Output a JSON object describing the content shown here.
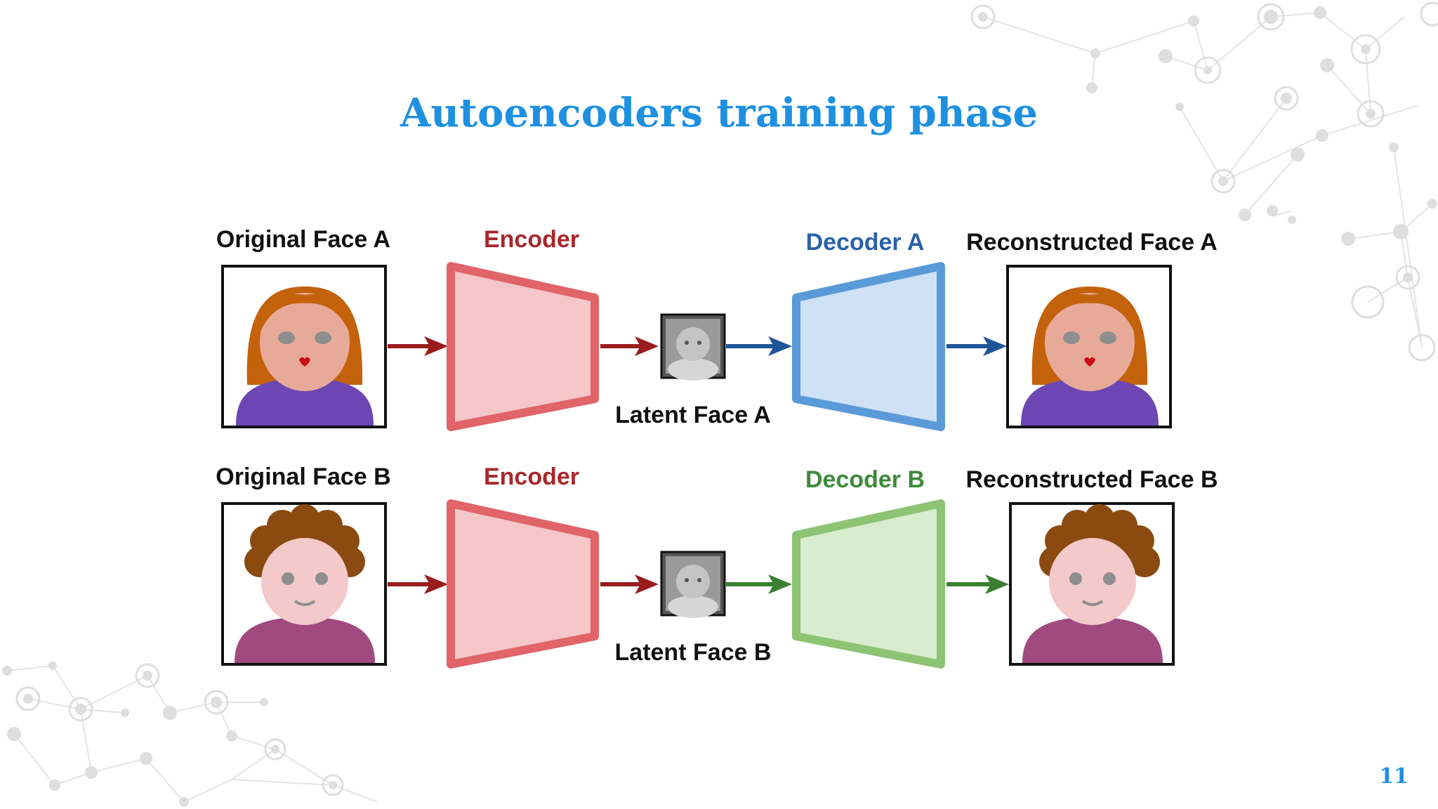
{
  "slide": {
    "title": "Autoencoders training phase",
    "page_number": "11",
    "accent_color": "#1e90e0"
  },
  "diagram": {
    "rows": [
      {
        "original_label": "Original Face A",
        "encoder_label": "Encoder",
        "latent_label": "Latent Face A",
        "decoder_label": "Decoder A",
        "reconstructed_label": "Reconstructed Face A",
        "face_style": "woman-auburn-hair",
        "decoder_color": "#2a62a8"
      },
      {
        "original_label": "Original Face B",
        "encoder_label": "Encoder",
        "latent_label": "Latent Face B",
        "decoder_label": "Decoder B",
        "reconstructed_label": "Reconstructed Face B",
        "face_style": "person-curly-brown-hair",
        "decoder_color": "#3f8a3a"
      }
    ],
    "colors": {
      "encoder": "#e06468",
      "encoder_text": "#a8282c",
      "encoder_arrow": "#9b1c1c",
      "decoder_a_fill": "#5b9ad8",
      "decoder_a_arrow": "#1f5599",
      "decoder_b_fill": "#8cc474",
      "decoder_b_arrow": "#3a7e32"
    }
  }
}
